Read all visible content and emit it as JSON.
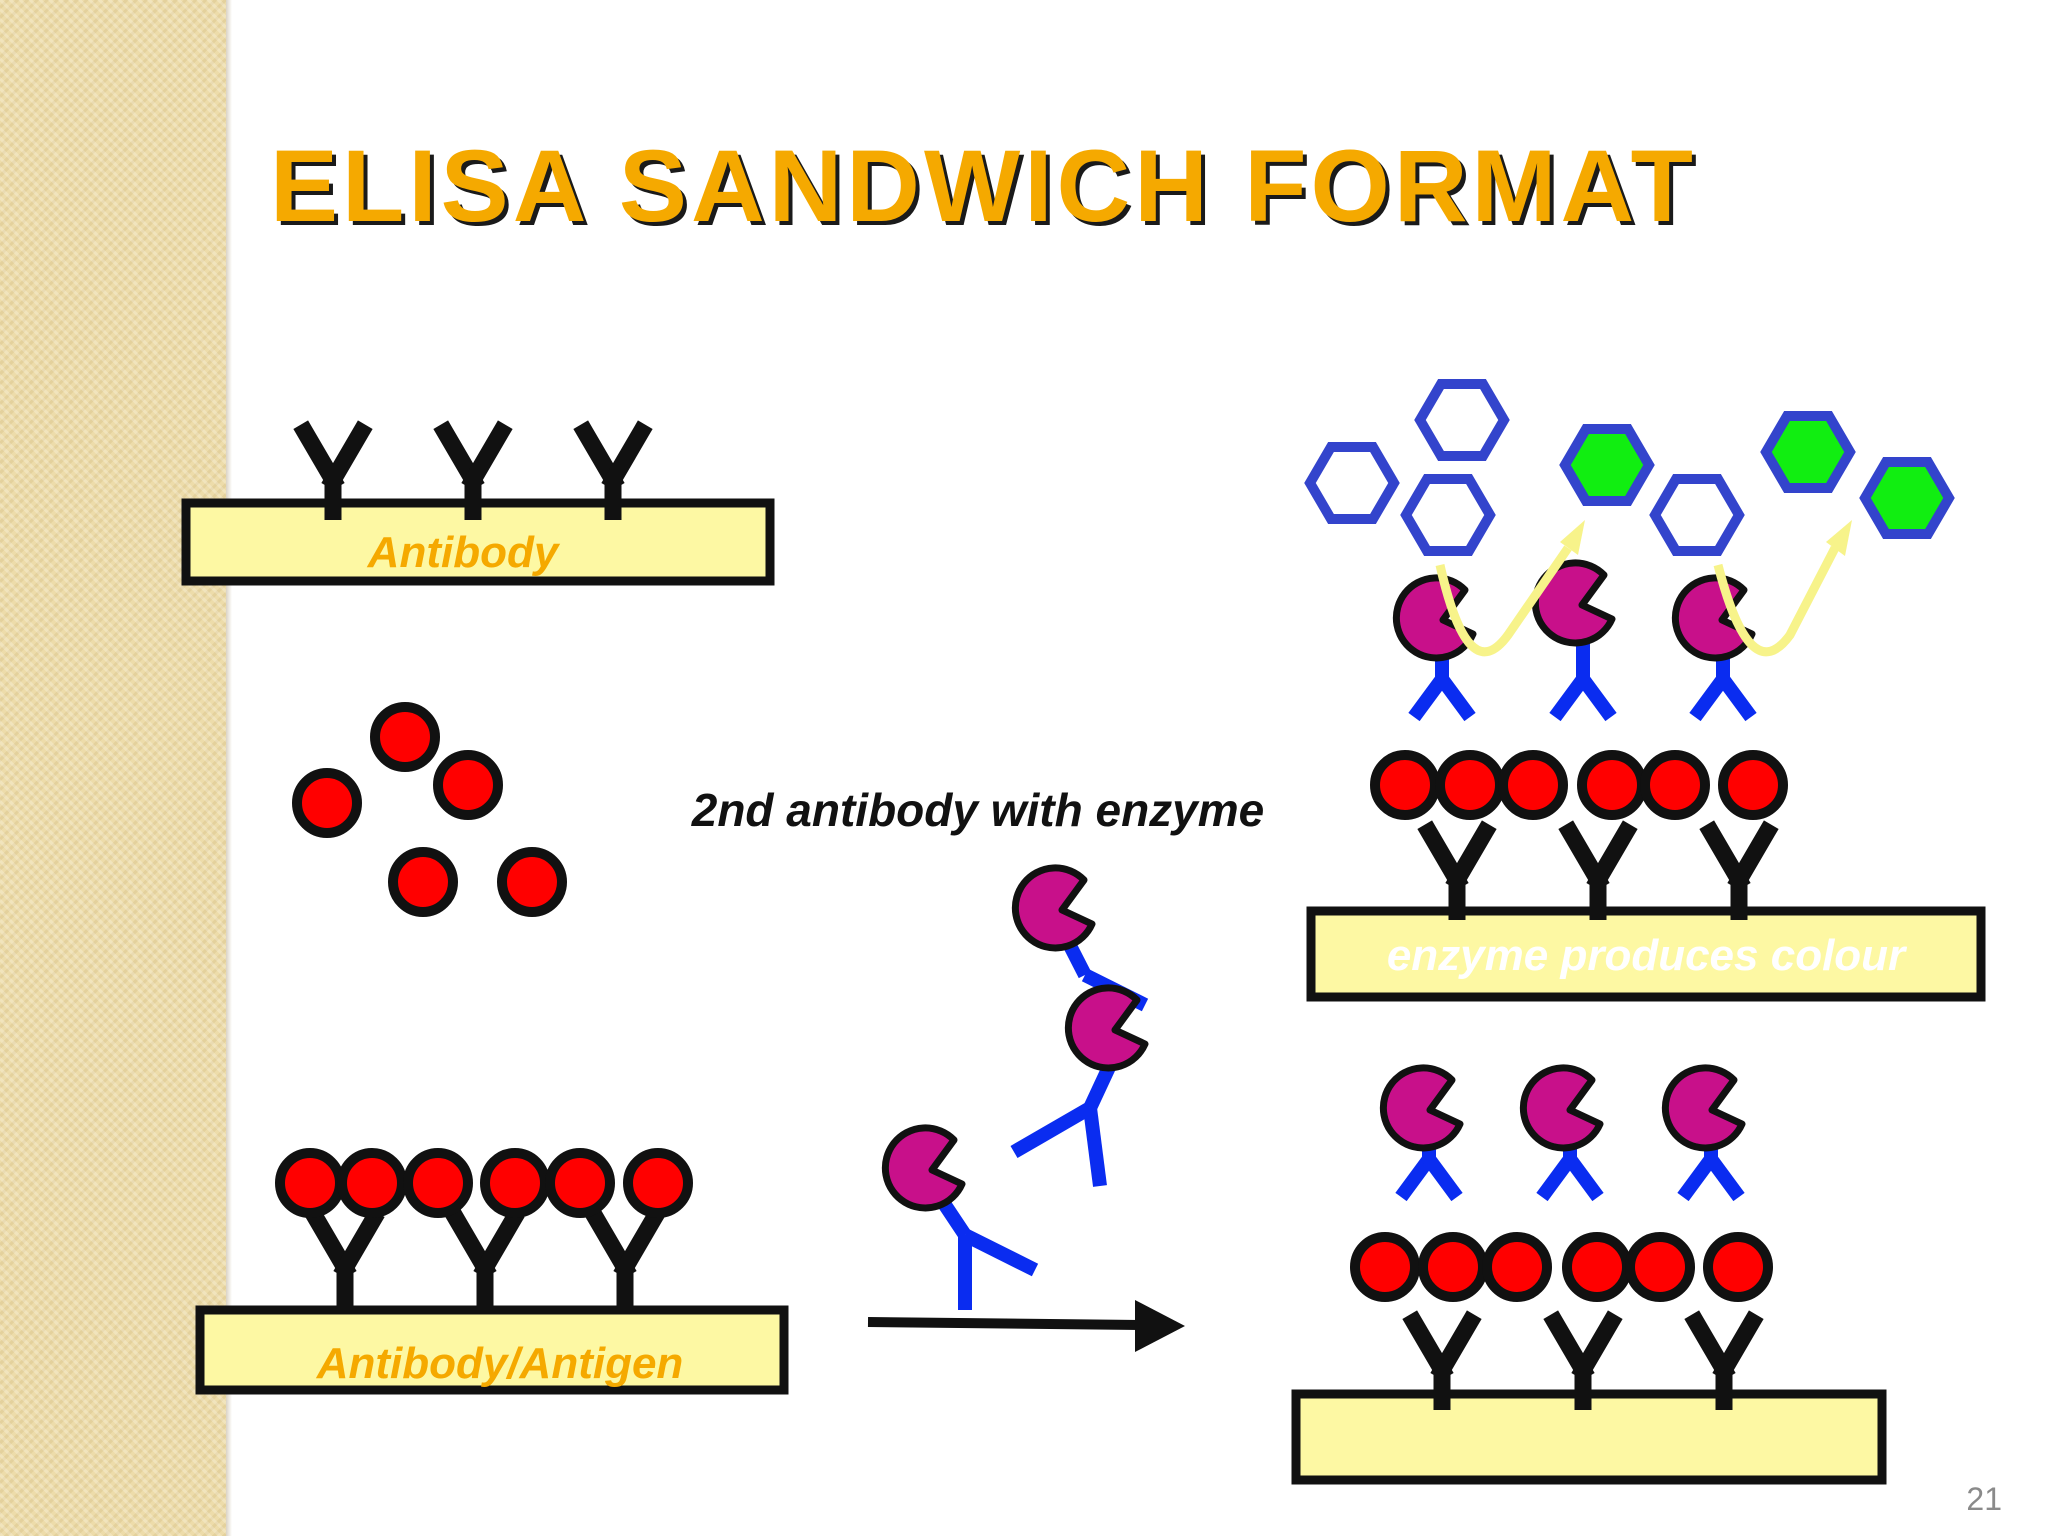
{
  "slide": {
    "title": "ELISA SANDWICH FORMAT",
    "page_number": "21"
  },
  "labels": {
    "step1_plate": "Antibody",
    "step2_plate": "Antibody/Antigen",
    "second_antibody": "2nd antibody with enzyme",
    "colour_plate": "enzyme produces colour"
  },
  "colors": {
    "title": "#f5a900",
    "plate_fill": "#fdf8a3",
    "antigen": "#ff0000",
    "secondary_antibody": "#0a2cf0",
    "enzyme": "#c8108a",
    "substrate": "#3344cc",
    "product": "#11ee11",
    "reaction_arrow": "#f7f38a"
  },
  "icons": {
    "capture_antibody": "black-y-shape",
    "antigen": "red-circle",
    "secondary_antibody": "blue-y-shape",
    "enzyme": "magenta-pacman",
    "substrate": "blue-hexagon",
    "product": "green-filled-hexagon"
  }
}
